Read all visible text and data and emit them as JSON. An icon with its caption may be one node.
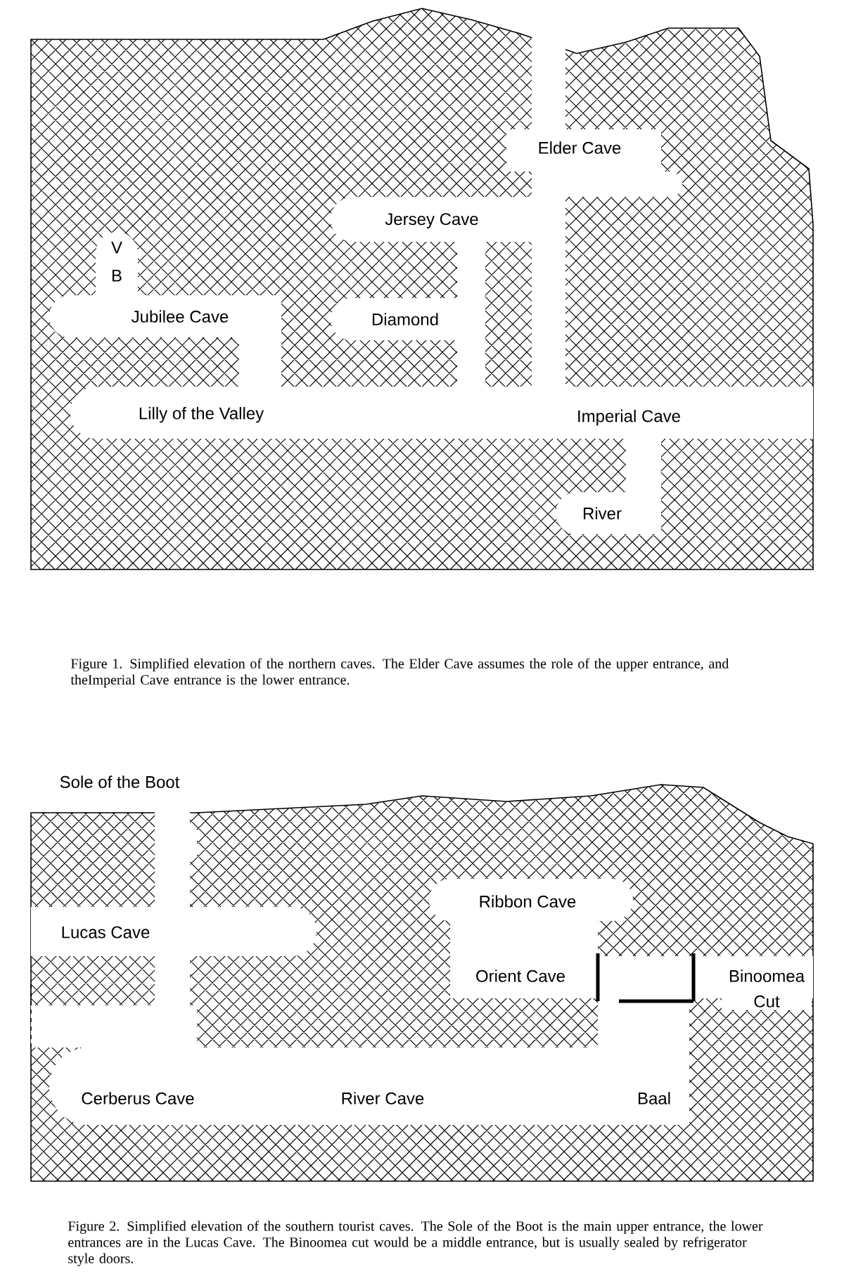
{
  "diagram": {
    "labels": [
      "Elder Cave",
      "Jersey Cave",
      "V",
      "B",
      "Jubilee Cave",
      "Diamond",
      "Lilly of the Valley",
      "Imperial Cave",
      "River",
      "Figure 1.  Simplified elevation of the northern caves. The Elder Cave assumes the role of the upper entrance, and theImperial Cave entrance is the lower entrance.",
      "Sole of the Boot",
      "Ribbon Cave",
      "Lucas Cave",
      "Orient Cave",
      "Binoomea Cut",
      "Cerberus Cave",
      "River Cave",
      "Baal",
      "Figure 2. Simplified elevation of the southern tourist caves. The Sole of the Boot is the main upper entrance, the lower entrances are in the Lucas Cave. The Binoomea cut would be a middle entrance, but is usually sealed by refrigerator style doors."
    ]
  }
}
